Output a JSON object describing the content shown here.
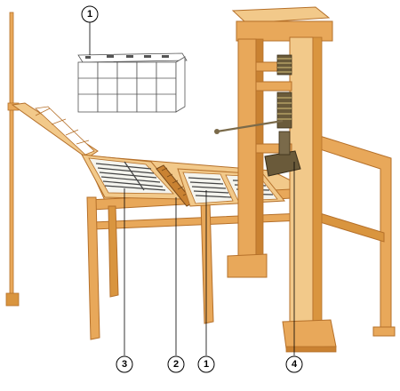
{
  "figure": {
    "callouts": [
      {
        "id": "type-blocks",
        "label": "1"
      },
      {
        "id": "paper-frame",
        "label": "3"
      },
      {
        "id": "ink-roller",
        "label": "2"
      },
      {
        "id": "type-bed",
        "label": "1"
      },
      {
        "id": "platen-press",
        "label": "4"
      }
    ]
  },
  "colors": {
    "wood_light": "#f2c98a",
    "wood_mid": "#e8a85a",
    "wood_dark": "#c98232",
    "wood_outline": "#b5702a",
    "paper": "#f4f4ee",
    "metal": "#7a6a4a"
  }
}
